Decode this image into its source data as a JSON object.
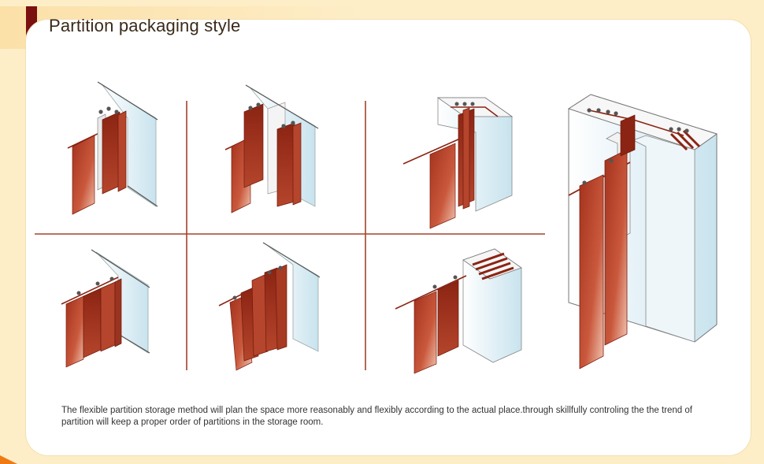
{
  "header": {
    "title": "Partition packaging style"
  },
  "caption": {
    "text": "The flexible partition storage method will plan the space more reasonably and flexibly according to the actual place.through skillfully controling the the trend of partition will keep a proper order of partitions in the storage room."
  },
  "colors": {
    "panel_red": "#b23a22",
    "panel_red_dark": "#7c1e10",
    "divider": "#a4432a",
    "wall_blue": "#d4eaf2",
    "accent_dark_red": "#7a1010",
    "page_bg": "#fdeec8"
  },
  "figures": [
    {
      "name": "storage-variant-1",
      "description_icon": "partition-stack-icon"
    },
    {
      "name": "storage-variant-2",
      "description_icon": "partition-stack-icon"
    },
    {
      "name": "storage-variant-3",
      "description_icon": "partition-stack-icon"
    },
    {
      "name": "storage-variant-4",
      "description_icon": "partition-stack-icon"
    },
    {
      "name": "storage-variant-5",
      "description_icon": "partition-stack-icon"
    },
    {
      "name": "storage-variant-6",
      "description_icon": "partition-stack-icon"
    },
    {
      "name": "storage-variant-large",
      "description_icon": "partition-stack-icon"
    }
  ]
}
